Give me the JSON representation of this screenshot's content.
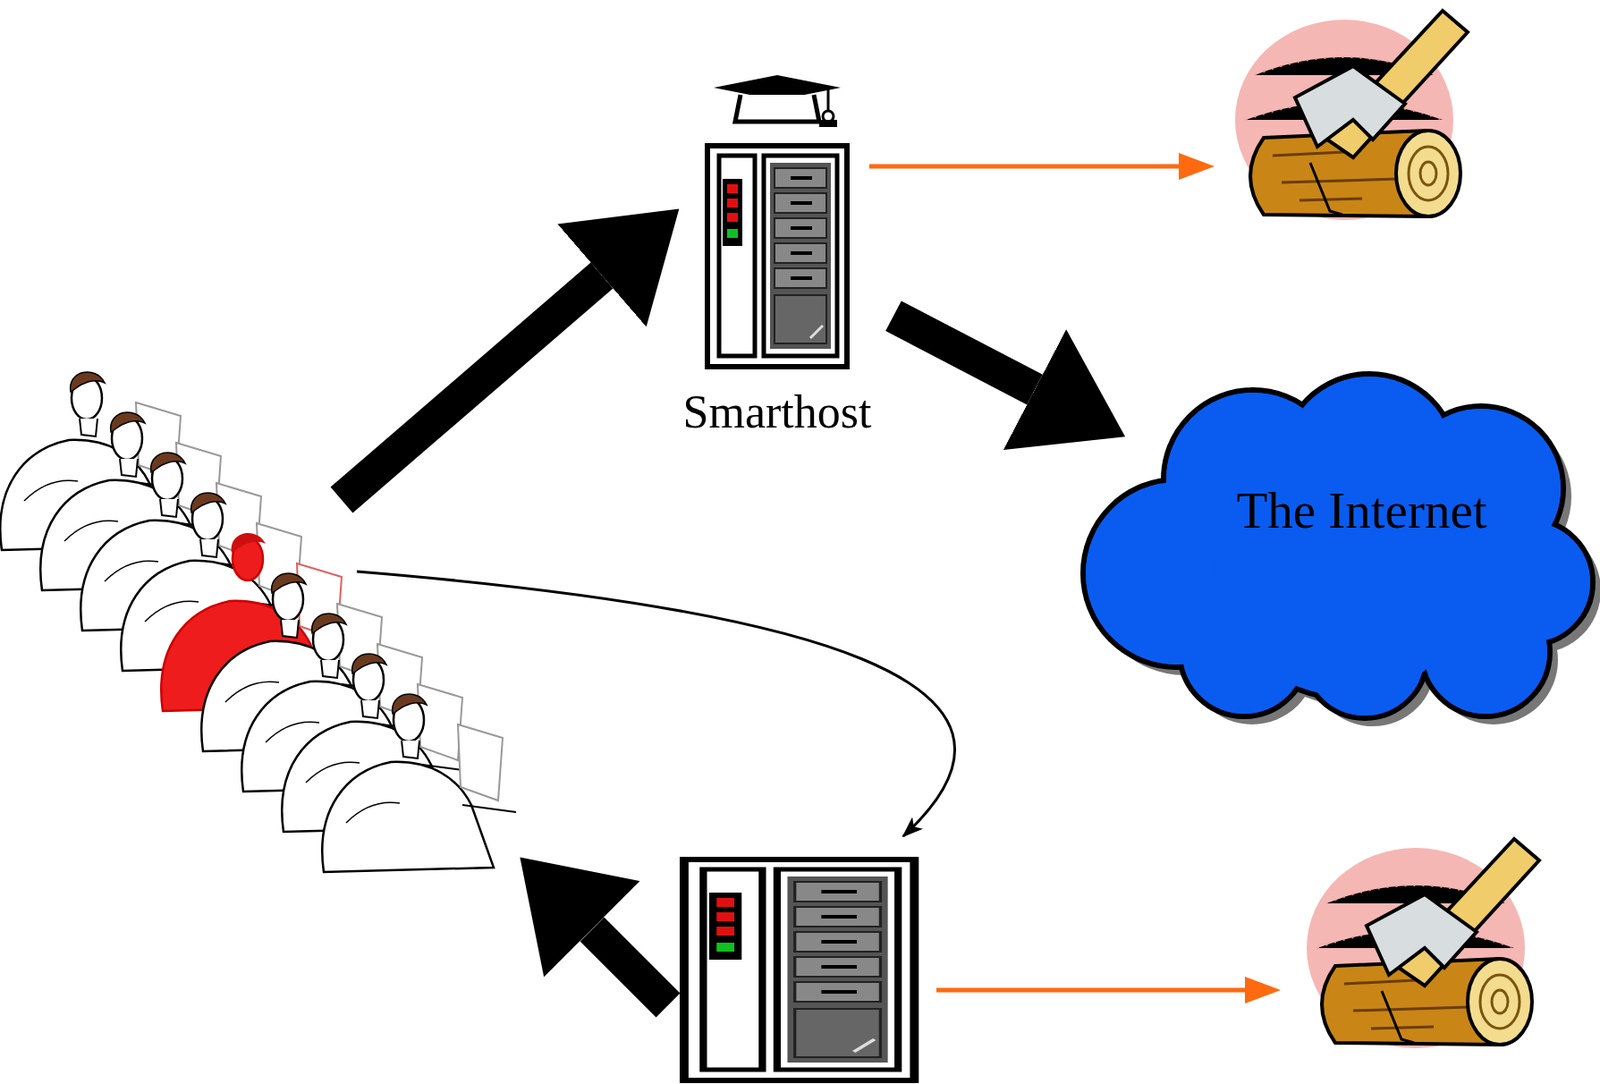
{
  "diagram": {
    "nodes": [
      {
        "text": [
          "Smarthost"
        ]
      },
      {
        "text": [
          "The Internet"
        ]
      }
    ],
    "edges": [
      {
        "from": 0,
        "to": 1,
        "arrow": "to"
      }
    ]
  }
}
